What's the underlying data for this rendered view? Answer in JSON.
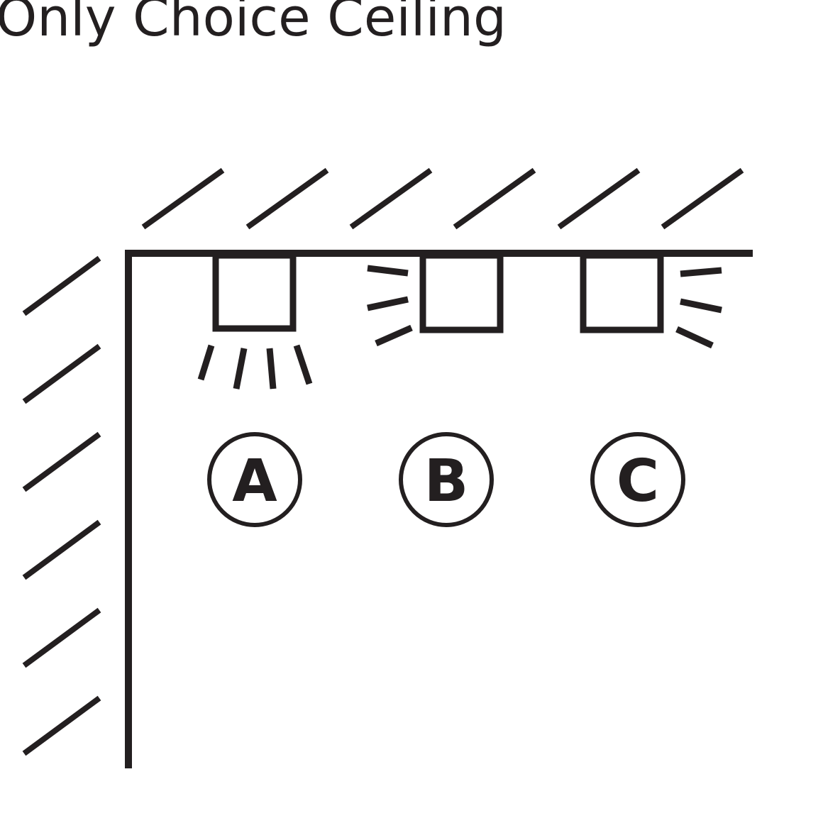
{
  "title": "Only Choice Ceiling",
  "colors": {
    "ink": "#231f20",
    "background": "#ffffff"
  },
  "options": [
    {
      "label": "A",
      "beam_direction": "down"
    },
    {
      "label": "B",
      "beam_direction": "left"
    },
    {
      "label": "C",
      "beam_direction": "right"
    }
  ]
}
